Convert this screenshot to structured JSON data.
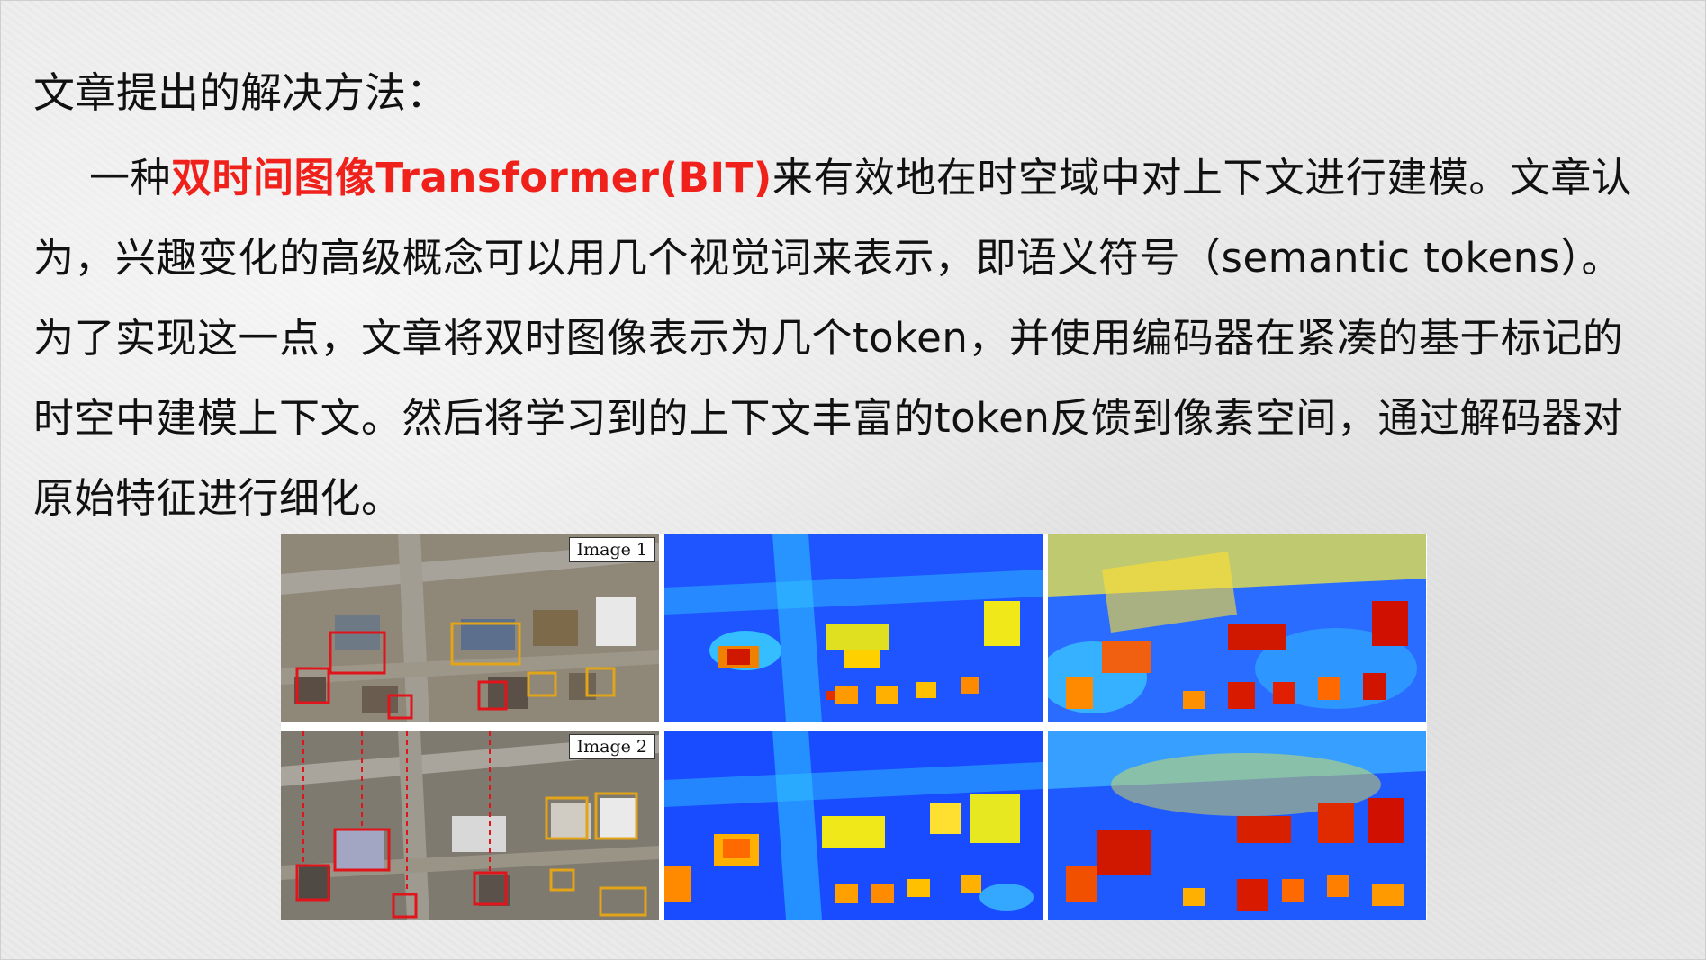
{
  "heading": "文章提出的解决方法：",
  "paragraph": {
    "lead": "一种",
    "highlight_1": "双时间图像",
    "highlight_2": "Transformer(BIT)",
    "body": "来有效地在时空域中对上下文进行建模。文章认为，兴趣变化的高级概念可以用几个视觉词来表示，即语义符号（semantic tokens）。为了实现这一点，文章将双时图像表示为几个token，并使用编码器在紧凑的基于标记的时空中建模上下文。然后将学习到的上下文丰富的token反馈到像素空间，通过解码器对原始特征进行细化。"
  },
  "figure": {
    "image1_label": "Image 1",
    "image2_label": "Image 2"
  },
  "colors": {
    "highlight": "#f0201b",
    "change_box": "#e0141a",
    "unchanged_box": "#e2a418",
    "heat_low": "#1e3cff",
    "heat_high": "#d80000"
  },
  "icons": {
    "aerial_1": "aerial-photo-before",
    "aerial_2": "aerial-photo-after",
    "heatmaps": "attention-heatmap"
  }
}
